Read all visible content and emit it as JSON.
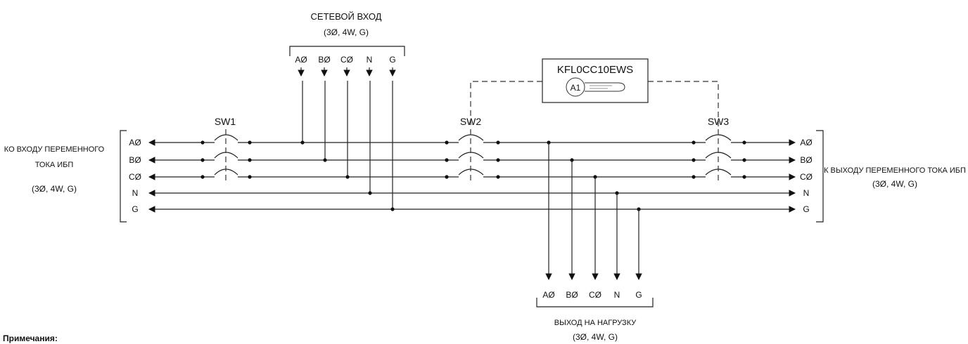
{
  "mains_input": {
    "title": "СЕТЕВОЙ ВХОД",
    "spec": "(3Ø, 4W, G)",
    "terminals": [
      "AØ",
      "BØ",
      "CØ",
      "N",
      "G"
    ]
  },
  "ups_input": {
    "line1": "КО ВХОДУ ПЕРЕМЕННОГО",
    "line2": "ТОКА ИБП",
    "spec": "(3Ø, 4W, G)",
    "terminals": [
      "AØ",
      "BØ",
      "CØ",
      "N",
      "G"
    ]
  },
  "ups_output": {
    "title": "К ВЫХОДУ ПЕРЕМЕННОГО ТОКА ИБП",
    "spec": "(3Ø, 4W, G)",
    "terminals": [
      "AØ",
      "BØ",
      "CØ",
      "N",
      "G"
    ]
  },
  "load_output": {
    "title": "ВЫХОД НА НАГРУЗКУ",
    "spec": "(3Ø, 4W, G)",
    "terminals": [
      "AØ",
      "BØ",
      "CØ",
      "N",
      "G"
    ]
  },
  "switches": [
    "SW1",
    "SW2",
    "SW3"
  ],
  "interlock": {
    "model": "KFL0CC10EWS",
    "key": "A1"
  },
  "notes_label": "Примечания:"
}
